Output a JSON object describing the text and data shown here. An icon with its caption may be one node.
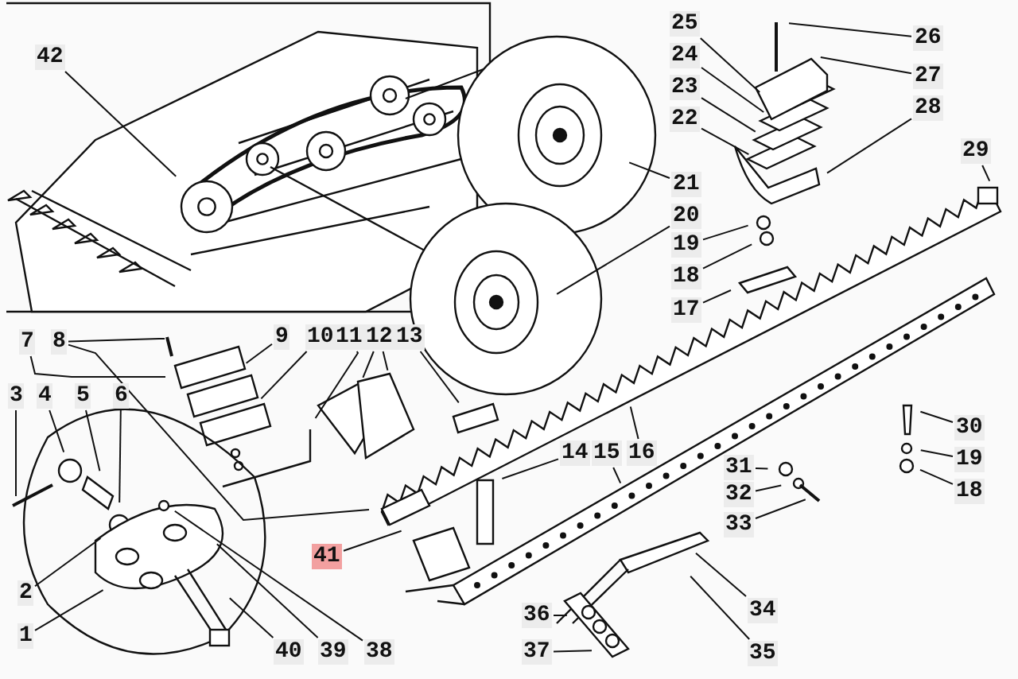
{
  "diagram": {
    "nodes": [
      {
        "text": [
          "42"
        ]
      },
      {
        "text": [
          "25"
        ]
      },
      {
        "text": [
          "26"
        ]
      },
      {
        "text": [
          "24"
        ]
      },
      {
        "text": [
          "27"
        ]
      },
      {
        "text": [
          "23"
        ]
      },
      {
        "text": [
          "28"
        ]
      },
      {
        "text": [
          "22"
        ]
      },
      {
        "text": [
          "29"
        ]
      },
      {
        "text": [
          "21"
        ]
      },
      {
        "text": [
          "20"
        ]
      },
      {
        "text": [
          "19"
        ]
      },
      {
        "text": [
          "18"
        ]
      },
      {
        "text": [
          "17"
        ]
      },
      {
        "text": [
          "7"
        ]
      },
      {
        "text": [
          "8"
        ]
      },
      {
        "text": [
          "9"
        ]
      },
      {
        "text": [
          "10"
        ]
      },
      {
        "text": [
          "11"
        ]
      },
      {
        "text": [
          "12"
        ]
      },
      {
        "text": [
          "13"
        ]
      },
      {
        "text": [
          "3"
        ]
      },
      {
        "text": [
          "4"
        ]
      },
      {
        "text": [
          "5"
        ]
      },
      {
        "text": [
          "6"
        ]
      },
      {
        "text": [
          "30"
        ]
      },
      {
        "text": [
          "14"
        ]
      },
      {
        "text": [
          "15"
        ]
      },
      {
        "text": [
          "16"
        ]
      },
      {
        "text": [
          "19"
        ]
      },
      {
        "text": [
          "31"
        ]
      },
      {
        "text": [
          "18"
        ]
      },
      {
        "text": [
          "32"
        ]
      },
      {
        "text": [
          "33"
        ]
      },
      {
        "text": [
          "41"
        ]
      },
      {
        "text": [
          "2"
        ]
      },
      {
        "text": [
          "34"
        ]
      },
      {
        "text": [
          "36"
        ]
      },
      {
        "text": [
          "1"
        ]
      },
      {
        "text": [
          "40"
        ]
      },
      {
        "text": [
          "39"
        ]
      },
      {
        "text": [
          "38"
        ]
      },
      {
        "text": [
          "35"
        ]
      },
      {
        "text": [
          "37"
        ]
      }
    ],
    "edges": [
      {
        "from": 0,
        "to": null,
        "arrow": "none"
      },
      {
        "from": 1,
        "to": null,
        "arrow": "none"
      },
      {
        "from": 2,
        "to": null,
        "arrow": "none"
      },
      {
        "from": 3,
        "to": null,
        "arrow": "none"
      },
      {
        "from": 4,
        "to": null,
        "arrow": "none"
      },
      {
        "from": 5,
        "to": null,
        "arrow": "none"
      },
      {
        "from": 6,
        "to": null,
        "arrow": "none"
      },
      {
        "from": 7,
        "to": null,
        "arrow": "none"
      },
      {
        "from": 8,
        "to": null,
        "arrow": "none"
      },
      {
        "from": 9,
        "to": null,
        "arrow": "none"
      },
      {
        "from": 10,
        "to": null,
        "arrow": "none"
      },
      {
        "from": 11,
        "to": null,
        "arrow": "none"
      },
      {
        "from": 12,
        "to": null,
        "arrow": "none"
      },
      {
        "from": 13,
        "to": null,
        "arrow": "none"
      },
      {
        "from": 14,
        "to": null,
        "arrow": "none"
      },
      {
        "from": 15,
        "to": null,
        "arrow": "none"
      },
      {
        "from": 15,
        "to": null,
        "arrow": "none"
      },
      {
        "from": 16,
        "to": null,
        "arrow": "none"
      },
      {
        "from": 17,
        "to": null,
        "arrow": "none"
      },
      {
        "from": 18,
        "to": null,
        "arrow": "none"
      },
      {
        "from": 19,
        "to": null,
        "arrow": "none"
      },
      {
        "from": 19,
        "to": null,
        "arrow": "none"
      },
      {
        "from": 20,
        "to": null,
        "arrow": "none"
      },
      {
        "from": 21,
        "to": null,
        "arrow": "none"
      },
      {
        "from": 22,
        "to": null,
        "arrow": "none"
      },
      {
        "from": 23,
        "to": null,
        "arrow": "none"
      },
      {
        "from": 24,
        "to": null,
        "arrow": "none"
      },
      {
        "from": 25,
        "to": null,
        "arrow": "none"
      },
      {
        "from": 26,
        "to": null,
        "arrow": "none"
      },
      {
        "from": 27,
        "to": null,
        "arrow": "none"
      },
      {
        "from": 28,
        "to": null,
        "arrow": "none"
      },
      {
        "from": 29,
        "to": null,
        "arrow": "none"
      },
      {
        "from": 30,
        "to": null,
        "arrow": "none"
      },
      {
        "from": 31,
        "to": null,
        "arrow": "none"
      },
      {
        "from": 32,
        "to": null,
        "arrow": "none"
      },
      {
        "from": 33,
        "to": null,
        "arrow": "none"
      },
      {
        "from": 34,
        "to": null,
        "arrow": "none"
      },
      {
        "from": 35,
        "to": null,
        "arrow": "none"
      },
      {
        "from": 36,
        "to": null,
        "arrow": "none"
      },
      {
        "from": 37,
        "to": null,
        "arrow": "none"
      },
      {
        "from": 38,
        "to": null,
        "arrow": "none"
      },
      {
        "from": 39,
        "to": null,
        "arrow": "none"
      },
      {
        "from": 40,
        "to": null,
        "arrow": "none"
      },
      {
        "from": 41,
        "to": null,
        "arrow": "none"
      },
      {
        "from": 42,
        "to": null,
        "arrow": "none"
      },
      {
        "from": 43,
        "to": null,
        "arrow": "none"
      }
    ]
  }
}
